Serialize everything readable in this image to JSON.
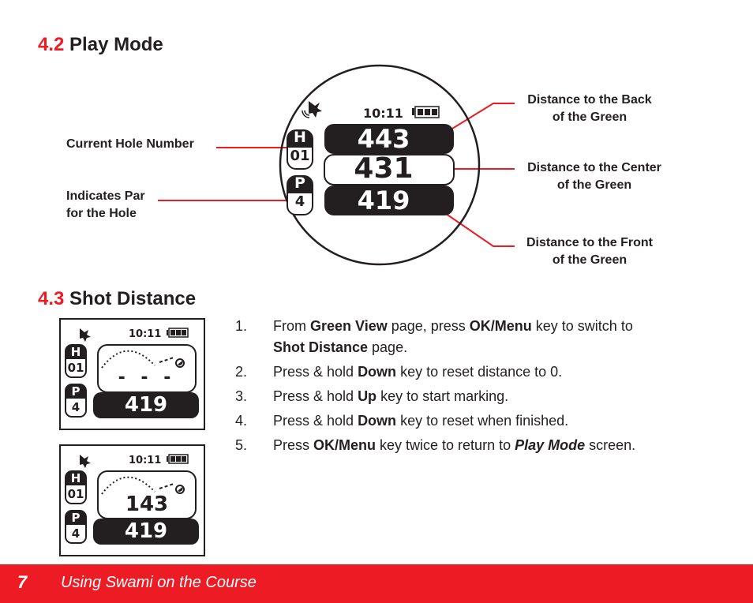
{
  "sections": {
    "play_mode": {
      "number": "4.2",
      "title": "Play Mode"
    },
    "shot_distance": {
      "number": "4.3",
      "title": "Shot Distance"
    }
  },
  "play_mode_device": {
    "time": "10:11",
    "hole_label": "H",
    "hole_number": "01",
    "par_label": "P",
    "par_value": "4",
    "back_distance": "443",
    "center_distance": "431",
    "front_distance": "419"
  },
  "callouts": {
    "current_hole": "Current Hole Number",
    "par_line1": "Indicates Par",
    "par_line2": "for the Hole",
    "back_line1": "Distance to the Back",
    "back_line2": "of the Green",
    "center_line1": "Distance to the Center",
    "center_line2": "of the Green",
    "front_line1": "Distance to the Front",
    "front_line2": "of the Green"
  },
  "shot_screens": [
    {
      "time": "10:11",
      "hole_label": "H",
      "hole_number": "01",
      "par_label": "P",
      "par_value": "4",
      "shot_distance": "- - -",
      "front_distance": "419"
    },
    {
      "time": "10:11",
      "hole_label": "H",
      "hole_number": "01",
      "par_label": "P",
      "par_value": "4",
      "shot_distance": "143",
      "front_distance": "419"
    }
  ],
  "steps": [
    {
      "n": "1.",
      "parts": [
        "From ",
        "Green View",
        " page, press ",
        "OK/Menu",
        " key to switch to ",
        "Shot Distance",
        " page."
      ]
    },
    {
      "n": "2.",
      "parts": [
        "Press & hold ",
        "Down",
        " key to reset distance to 0."
      ]
    },
    {
      "n": "3.",
      "parts": [
        "Press & hold ",
        "Up",
        " key to start marking."
      ]
    },
    {
      "n": "4.",
      "parts": [
        "Press & hold ",
        "Down",
        " key to reset when finished."
      ]
    },
    {
      "n": "5.",
      "parts": [
        "Press ",
        "OK/Menu",
        " key twice to return to ",
        "Play Mode",
        " screen."
      ]
    }
  ],
  "footer": {
    "page_number": "7",
    "title": "Using Swami on the Course"
  },
  "colors": {
    "accent_red": "#ed1c24",
    "text": "#231f20"
  }
}
